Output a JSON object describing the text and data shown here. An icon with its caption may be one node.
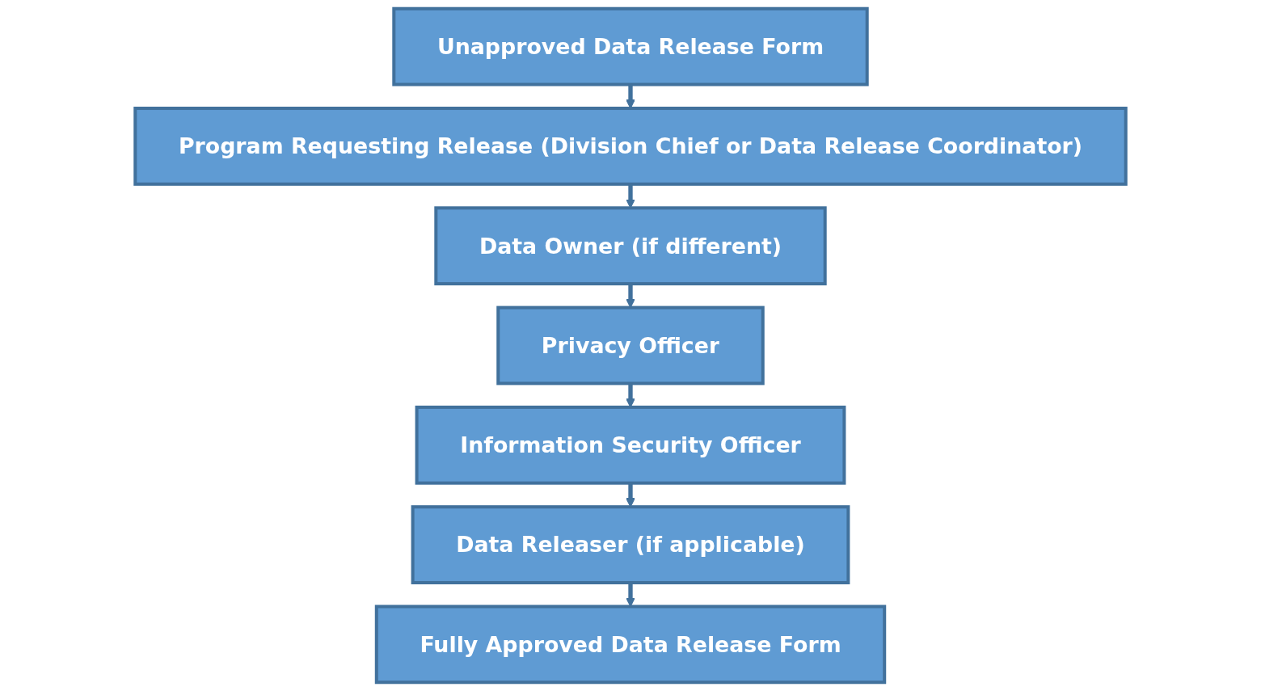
{
  "diagram": {
    "nodes": [
      {
        "text": [
          "Unapproved Data Release Form"
        ]
      },
      {
        "text": [
          "Program Requesting Release (Division Chief or Data Release Coordinator)"
        ]
      },
      {
        "text": [
          "Data Owner (if different)"
        ]
      },
      {
        "text": [
          "Privacy Officer"
        ]
      },
      {
        "text": [
          "Information Security Officer"
        ]
      },
      {
        "text": [
          "Data Releaser (if applicable)"
        ]
      },
      {
        "text": [
          "Fully Approved Data Release Form"
        ]
      }
    ],
    "edges": [
      {
        "from": 0,
        "to": 1,
        "arrow": "to"
      },
      {
        "from": 1,
        "to": 2,
        "arrow": "to"
      },
      {
        "from": 2,
        "to": 3,
        "arrow": "to"
      },
      {
        "from": 3,
        "to": 4,
        "arrow": "to"
      },
      {
        "from": 4,
        "to": 5,
        "arrow": "to"
      },
      {
        "from": 5,
        "to": 6,
        "arrow": "to"
      }
    ]
  }
}
